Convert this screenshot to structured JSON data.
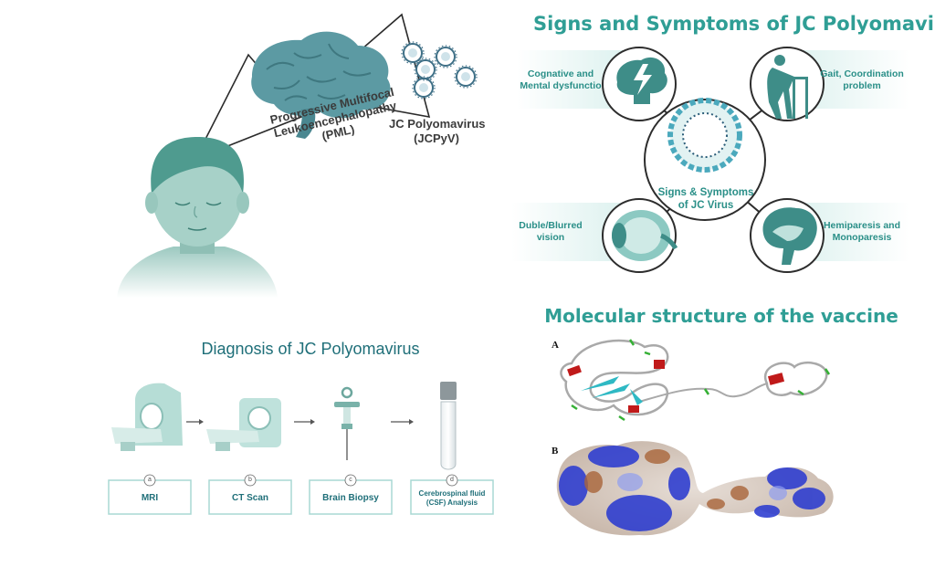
{
  "pml_label": "Progressive Multifocal Leukoencephalopathy (PML)",
  "pml_lines": [
    "Progressive Multifocal",
    "Leukoencephalopathy",
    "(PML)"
  ],
  "jc_lines": [
    "JC Polyomavirus",
    "(JCPyV)"
  ],
  "signs": {
    "title": "Signs and Symptoms of JC Polyomavirus",
    "center_lines": [
      "Signs & Symptoms",
      "of JC Virus"
    ],
    "symptoms": [
      {
        "lines": [
          "Cognative and",
          "Mental dysfunctio"
        ],
        "icon": "brain-lightning-icon"
      },
      {
        "lines": [
          "Gait, Coordination",
          "problem"
        ],
        "icon": "elderly-walker-icon"
      },
      {
        "lines": [
          "Duble/Blurred",
          "vision"
        ],
        "icon": "eye-icon"
      },
      {
        "lines": [
          "Hemiparesis and",
          "Monoparesis"
        ],
        "icon": "brain-sagittal-icon"
      }
    ]
  },
  "diagnosis": {
    "title": "Diagnosis of JC Polyomavirus",
    "steps": [
      {
        "letter": "a",
        "label_lines": [
          "MRI"
        ],
        "icon": "mri-scanner-icon"
      },
      {
        "letter": "b",
        "label_lines": [
          "CT Scan"
        ],
        "icon": "ct-scanner-icon"
      },
      {
        "letter": "c",
        "label_lines": [
          "Brain Biopsy"
        ],
        "icon": "biopsy-needle-icon"
      },
      {
        "letter": "d",
        "label_lines": [
          "Cerebrospinal fluid",
          "(CSF) Analysis"
        ],
        "icon": "csf-tube-icon"
      }
    ]
  },
  "molecular": {
    "title": "Molecular structure of the vaccine",
    "panel_a": "A",
    "panel_b": "B"
  },
  "colors": {
    "teal": "#2f9e95",
    "person_skin": "#7fb8ad",
    "brain": "#4e8e96",
    "dark_text": "#3b3b3b",
    "diag_border": "#a8d8d4"
  }
}
